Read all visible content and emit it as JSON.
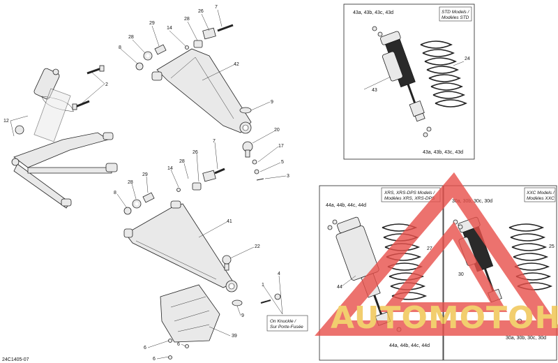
{
  "diagram_code": "24C1405-07",
  "callouts": {
    "c7a": "7",
    "c26a": "26",
    "c28a": "28",
    "c29a": "29",
    "c14a": "14",
    "c8a": "8",
    "c28b": "28",
    "c42": "42",
    "c2": "2",
    "c12": "12",
    "c9a": "9",
    "c20": "20",
    "c17": "17",
    "c5": "5",
    "c3": "3",
    "c7b": "7",
    "c26b": "26",
    "c28c": "28",
    "c14b": "14",
    "c29b": "29",
    "c8b": "8",
    "c28d": "28",
    "c41": "41",
    "c22": "22",
    "c4": "4",
    "c1": "1",
    "c9b": "9",
    "c39": "39",
    "c6a": "6",
    "c6b": "6",
    "c6c": "6"
  },
  "box_std": {
    "title_line1": "STD Models /",
    "title_line2": "Modèles STD",
    "label_top": "43a, 43b, 43c, 43d",
    "label_bottom": "43a, 43b, 43c, 43d",
    "label_shock": "43",
    "label_spring": "24"
  },
  "box_xrs": {
    "title_line1": "XRS, XRS-DPS Models /",
    "title_line2": "Modèles XRS, XRS-DPS",
    "label_top": "44a, 44b, 44c, 44d",
    "label_bottom": "44a, 44b, 44c, 44d",
    "label_shock": "44",
    "label_spring": "27"
  },
  "box_xxc": {
    "title_line1": "XXC Models /",
    "title_line2": "Modèles XXC",
    "label_top": "30a, 30b, 30c, 30d",
    "label_bottom": "30a, 30b, 30c, 30d",
    "label_shock": "30",
    "label_spring": "25"
  },
  "knuckle_note": {
    "line1": "On Knuckle /",
    "line2": "Sur Porte-Fusée"
  },
  "watermark": {
    "text": "AUTOMOTOHUB",
    "color_red": "#e8504a",
    "color_gold": "#f0c24a",
    "color_gray": "#8a8a8a"
  }
}
